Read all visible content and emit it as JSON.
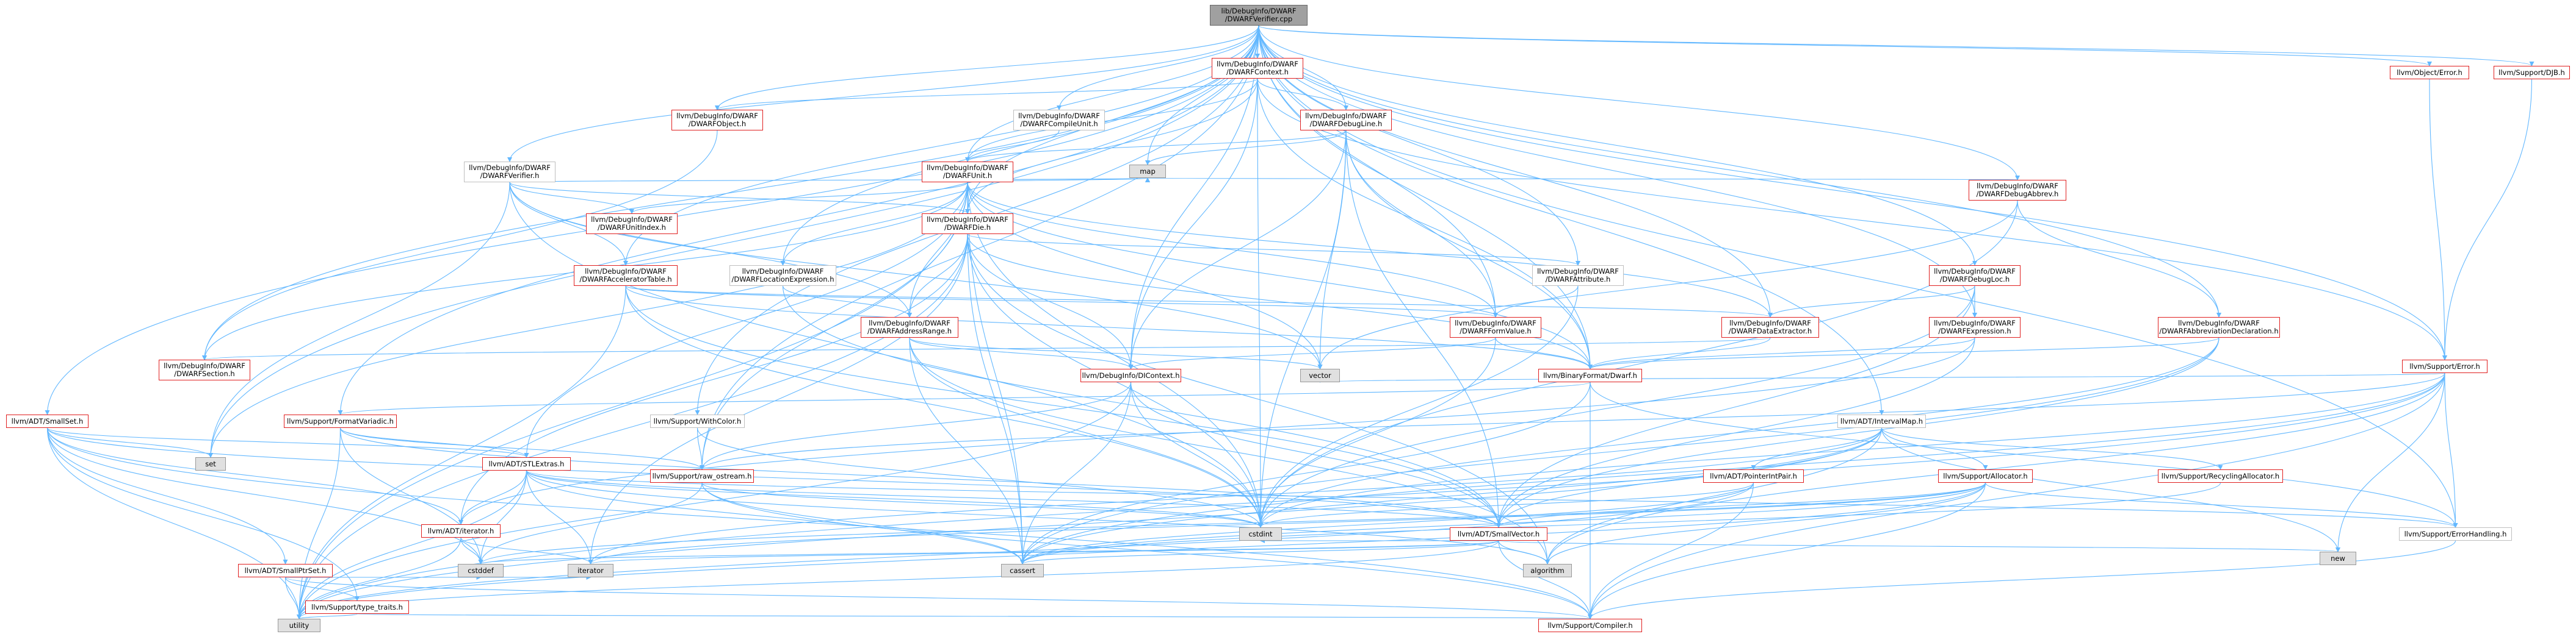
{
  "colors": {
    "edge": "#63b8ff",
    "border_linked": "#e02020",
    "border_plain": "#bfbfbf",
    "root_fill": "#a0a0a0",
    "std_fill": "#e0e0e0"
  },
  "diagram": {
    "nodes": [
      {
        "id": "root",
        "label": "lib/DebugInfo/DWARF\n/DWARFVerifier.cpp",
        "kind": "root"
      },
      {
        "id": "dwarf_context",
        "label": "llvm/DebugInfo/DWARF\n/DWARFContext.h",
        "kind": "linked"
      },
      {
        "id": "dwarf_object",
        "label": "llvm/DebugInfo/DWARF\n/DWARFObject.h",
        "kind": "linked"
      },
      {
        "id": "dwarf_compileunit",
        "label": "llvm/DebugInfo/DWARF\n/DWARFCompileUnit.h",
        "kind": "plain"
      },
      {
        "id": "dwarf_debugline",
        "label": "llvm/DebugInfo/DWARF\n/DWARFDebugLine.h",
        "kind": "linked"
      },
      {
        "id": "dwarf_unit",
        "label": "llvm/DebugInfo/DWARF\n/DWARFUnit.h",
        "kind": "linked"
      },
      {
        "id": "dwarf_verifier_h",
        "label": "llvm/DebugInfo/DWARF\n/DWARFVerifier.h",
        "kind": "plain"
      },
      {
        "id": "dwarf_unitindex",
        "label": "llvm/DebugInfo/DWARF\n/DWARFUnitIndex.h",
        "kind": "linked"
      },
      {
        "id": "dwarf_die",
        "label": "llvm/DebugInfo/DWARF\n/DWARFDie.h",
        "kind": "linked"
      },
      {
        "id": "dwarf_acceltable",
        "label": "llvm/DebugInfo/DWARF\n/DWARFAcceleratorTable.h",
        "kind": "linked"
      },
      {
        "id": "dwarf_locexpr",
        "label": "llvm/DebugInfo/DWARF\n/DWARFLocationExpression.h",
        "kind": "plain"
      },
      {
        "id": "dwarf_attribute",
        "label": "llvm/DebugInfo/DWARF\n/DWARFAttribute.h",
        "kind": "plain"
      },
      {
        "id": "dwarf_addrrange",
        "label": "llvm/DebugInfo/DWARF\n/DWARFAddressRange.h",
        "kind": "linked"
      },
      {
        "id": "dwarf_formvalue",
        "label": "llvm/DebugInfo/DWARF\n/DWARFFormValue.h",
        "kind": "linked"
      },
      {
        "id": "dwarf_dataextractor",
        "label": "llvm/DebugInfo/DWARF\n/DWARFDataExtractor.h",
        "kind": "linked"
      },
      {
        "id": "dwarf_debugloc",
        "label": "llvm/DebugInfo/DWARF\n/DWARFDebugLoc.h",
        "kind": "linked"
      },
      {
        "id": "dwarf_debugabbrev",
        "label": "llvm/DebugInfo/DWARF\n/DWARFDebugAbbrev.h",
        "kind": "linked"
      },
      {
        "id": "dwarf_expression",
        "label": "llvm/DebugInfo/DWARF\n/DWARFExpression.h",
        "kind": "linked"
      },
      {
        "id": "dwarf_abbrevdecl",
        "label": "llvm/DebugInfo/DWARF\n/DWARFAbbreviationDeclaration.h",
        "kind": "linked"
      },
      {
        "id": "dwarf_section",
        "label": "llvm/DebugInfo/DWARF\n/DWARFSection.h",
        "kind": "linked"
      },
      {
        "id": "dicontext",
        "label": "llvm/DebugInfo/DIContext.h",
        "kind": "linked"
      },
      {
        "id": "binaryformat_dwarf",
        "label": "llvm/BinaryFormat/Dwarf.h",
        "kind": "linked"
      },
      {
        "id": "object_error",
        "label": "llvm/Object/Error.h",
        "kind": "linked"
      },
      {
        "id": "support_djb",
        "label": "llvm/Support/DJB.h",
        "kind": "linked"
      },
      {
        "id": "support_error",
        "label": "llvm/Support/Error.h",
        "kind": "linked"
      },
      {
        "id": "adt_smallset",
        "label": "llvm/ADT/SmallSet.h",
        "kind": "linked"
      },
      {
        "id": "support_formatvariadic",
        "label": "llvm/Support/FormatVariadic.h",
        "kind": "linked"
      },
      {
        "id": "support_withcolor",
        "label": "llvm/Support/WithColor.h",
        "kind": "plain"
      },
      {
        "id": "support_raw_ostream",
        "label": "llvm/Support/raw_ostream.h",
        "kind": "linked"
      },
      {
        "id": "adt_stlextras",
        "label": "llvm/ADT/STLExtras.h",
        "kind": "linked"
      },
      {
        "id": "adt_smallptrset",
        "label": "llvm/ADT/SmallPtrSet.h",
        "kind": "linked"
      },
      {
        "id": "adt_iterator",
        "label": "llvm/ADT/iterator.h",
        "kind": "linked"
      },
      {
        "id": "support_type_traits",
        "label": "llvm/Support/type_traits.h",
        "kind": "linked"
      },
      {
        "id": "support_compiler",
        "label": "llvm/Support/Compiler.h",
        "kind": "linked"
      },
      {
        "id": "adt_intervalmap",
        "label": "llvm/ADT/IntervalMap.h",
        "kind": "plain"
      },
      {
        "id": "adt_pointerintpair",
        "label": "llvm/ADT/PointerIntPair.h",
        "kind": "linked"
      },
      {
        "id": "support_allocator",
        "label": "llvm/Support/Allocator.h",
        "kind": "linked"
      },
      {
        "id": "support_recyclingallocator",
        "label": "llvm/Support/RecyclingAllocator.h",
        "kind": "linked"
      },
      {
        "id": "adt_smallvector",
        "label": "llvm/ADT/SmallVector.h",
        "kind": "linked"
      },
      {
        "id": "support_errorhandling",
        "label": "llvm/Support/ErrorHandling.h",
        "kind": "plain"
      },
      {
        "id": "std_map",
        "label": "map",
        "kind": "std"
      },
      {
        "id": "std_vector",
        "label": "vector",
        "kind": "std"
      },
      {
        "id": "std_set",
        "label": "set",
        "kind": "std"
      },
      {
        "id": "std_cstdint",
        "label": "cstdint",
        "kind": "std"
      },
      {
        "id": "std_cstddef",
        "label": "cstddef",
        "kind": "std"
      },
      {
        "id": "std_iterator",
        "label": "iterator",
        "kind": "std"
      },
      {
        "id": "std_algorithm",
        "label": "algorithm",
        "kind": "std"
      },
      {
        "id": "std_cassert",
        "label": "cassert",
        "kind": "std"
      },
      {
        "id": "std_utility",
        "label": "utility",
        "kind": "std"
      },
      {
        "id": "std_new",
        "label": "new",
        "kind": "std"
      }
    ],
    "edges": [
      [
        "root",
        "dwarf_context"
      ],
      [
        "root",
        "dwarf_object"
      ],
      [
        "root",
        "dwarf_compileunit"
      ],
      [
        "root",
        "dwarf_debugline"
      ],
      [
        "root",
        "dwarf_unit"
      ],
      [
        "root",
        "dwarf_verifier_h"
      ],
      [
        "root",
        "dwarf_die"
      ],
      [
        "root",
        "dwarf_locexpr"
      ],
      [
        "root",
        "dwarf_attribute"
      ],
      [
        "root",
        "dwarf_formvalue"
      ],
      [
        "root",
        "dwarf_dataextractor"
      ],
      [
        "root",
        "dwarf_debugloc"
      ],
      [
        "root",
        "dwarf_debugabbrev"
      ],
      [
        "root",
        "dwarf_expression"
      ],
      [
        "root",
        "dwarf_abbrevdecl"
      ],
      [
        "root",
        "dwarf_section"
      ],
      [
        "root",
        "dwarf_acceltable"
      ],
      [
        "root",
        "std_map"
      ],
      [
        "root",
        "binaryformat_dwarf"
      ],
      [
        "root",
        "object_error"
      ],
      [
        "root",
        "support_djb"
      ],
      [
        "root",
        "support_error"
      ],
      [
        "root",
        "adt_smallset"
      ],
      [
        "root",
        "support_formatvariadic"
      ],
      [
        "root",
        "support_withcolor"
      ],
      [
        "root",
        "support_raw_ostream"
      ],
      [
        "root",
        "adt_intervalmap"
      ],
      [
        "root",
        "support_errorhandling"
      ],
      [
        "root",
        "std_set"
      ],
      [
        "root",
        "dicontext"
      ],
      [
        "dwarf_context",
        "dwarf_object"
      ],
      [
        "dwarf_context",
        "dwarf_debugline"
      ],
      [
        "dwarf_context",
        "dwarf_unit"
      ],
      [
        "dwarf_context",
        "dwarf_die"
      ],
      [
        "dwarf_context",
        "dicontext"
      ],
      [
        "dwarf_context",
        "support_error"
      ],
      [
        "dwarf_context",
        "binaryformat_dwarf"
      ],
      [
        "dwarf_context",
        "std_cstdint"
      ],
      [
        "dwarf_object",
        "dwarf_section"
      ],
      [
        "dwarf_compileunit",
        "dwarf_unit"
      ],
      [
        "dwarf_debugline",
        "dwarf_unit"
      ],
      [
        "dwarf_debugline",
        "dwarf_formvalue"
      ],
      [
        "dwarf_debugline",
        "dicontext"
      ],
      [
        "dwarf_debugline",
        "std_map"
      ],
      [
        "dwarf_debugline",
        "std_vector"
      ],
      [
        "dwarf_debugline",
        "std_cstdint"
      ],
      [
        "dwarf_debugline",
        "binaryformat_dwarf"
      ],
      [
        "dwarf_debugline",
        "adt_smallvector"
      ],
      [
        "dwarf_unit",
        "dwarf_unitindex"
      ],
      [
        "dwarf_unit",
        "dwarf_die"
      ],
      [
        "dwarf_unit",
        "dwarf_addrrange"
      ],
      [
        "dwarf_unit",
        "dwarf_formvalue"
      ],
      [
        "dwarf_unit",
        "dwarf_locexpr"
      ],
      [
        "dwarf_unit",
        "dwarf_dataextractor"
      ],
      [
        "dwarf_unit",
        "binaryformat_dwarf"
      ],
      [
        "dwarf_unit",
        "adt_stlextras"
      ],
      [
        "dwarf_unit",
        "std_map"
      ],
      [
        "dwarf_unit",
        "std_vector"
      ],
      [
        "dwarf_unit",
        "std_set"
      ],
      [
        "dwarf_unit",
        "std_cstdint"
      ],
      [
        "dwarf_unit",
        "std_cassert"
      ],
      [
        "dwarf_unit",
        "dwarf_section"
      ],
      [
        "dwarf_unit",
        "std_utility"
      ],
      [
        "dwarf_unit",
        "support_raw_ostream"
      ],
      [
        "dwarf_verifier_h",
        "dwarf_unitindex"
      ],
      [
        "dwarf_verifier_h",
        "dwarf_acceltable"
      ],
      [
        "dwarf_verifier_h",
        "dwarf_addrrange"
      ],
      [
        "dwarf_verifier_h",
        "dwarf_die"
      ],
      [
        "dwarf_verifier_h",
        "std_set"
      ],
      [
        "dwarf_verifier_h",
        "std_map"
      ],
      [
        "dwarf_verifier_h",
        "std_cstdint"
      ],
      [
        "dwarf_verifier_h",
        "std_vector"
      ],
      [
        "dwarf_die",
        "dwarf_addrrange"
      ],
      [
        "dwarf_die",
        "dwarf_attribute"
      ],
      [
        "dwarf_die",
        "dicontext"
      ],
      [
        "dwarf_die",
        "binaryformat_dwarf"
      ],
      [
        "dwarf_die",
        "adt_iterator"
      ],
      [
        "dwarf_die",
        "std_cassert"
      ],
      [
        "dwarf_die",
        "std_cstdint"
      ],
      [
        "dwarf_die",
        "std_utility"
      ],
      [
        "dwarf_die",
        "std_iterator"
      ],
      [
        "dwarf_die",
        "std_algorithm"
      ],
      [
        "dwarf_acceltable",
        "dwarf_dataextractor"
      ],
      [
        "dwarf_acceltable",
        "dwarf_formvalue"
      ],
      [
        "dwarf_acceltable",
        "binaryformat_dwarf"
      ],
      [
        "dwarf_acceltable",
        "adt_smallvector"
      ],
      [
        "dwarf_acceltable",
        "std_cstdint"
      ],
      [
        "dwarf_acceltable",
        "std_utility"
      ],
      [
        "dwarf_locexpr",
        "dwarf_addrrange"
      ],
      [
        "dwarf_locexpr",
        "adt_smallvector"
      ],
      [
        "dwarf_attribute",
        "dwarf_formvalue"
      ],
      [
        "dwarf_attribute",
        "std_cstdint"
      ],
      [
        "dwarf_addrrange",
        "dicontext"
      ],
      [
        "dwarf_addrrange",
        "std_cassert"
      ],
      [
        "dwarf_addrrange",
        "std_cstdint"
      ],
      [
        "dwarf_addrrange",
        "std_vector"
      ],
      [
        "dwarf_addrrange",
        "std_algorithm"
      ],
      [
        "dwarf_formvalue",
        "binaryformat_dwarf"
      ],
      [
        "dwarf_formvalue",
        "dicontext"
      ],
      [
        "dwarf_formvalue",
        "std_cstdint"
      ],
      [
        "dwarf_dataextractor",
        "dwarf_section"
      ],
      [
        "dwarf_dataextractor",
        "binaryformat_dwarf"
      ],
      [
        "dwarf_debugloc",
        "dwarf_dataextractor"
      ],
      [
        "dwarf_debugloc",
        "dwarf_expression"
      ],
      [
        "dwarf_debugloc",
        "std_cstdint"
      ],
      [
        "dwarf_debugloc",
        "adt_smallvector"
      ],
      [
        "dwarf_debugabbrev",
        "dwarf_abbrevdecl"
      ],
      [
        "dwarf_debugabbrev",
        "std_map"
      ],
      [
        "dwarf_debugabbrev",
        "std_cstdint"
      ],
      [
        "dwarf_debugabbrev",
        "std_vector"
      ],
      [
        "dwarf_expression",
        "binaryformat_dwarf"
      ],
      [
        "dwarf_expression",
        "adt_iterator"
      ],
      [
        "dwarf_expression",
        "adt_smallvector"
      ],
      [
        "dwarf_abbrevdecl",
        "binaryformat_dwarf"
      ],
      [
        "dwarf_abbrevdecl",
        "adt_smallvector"
      ],
      [
        "dwarf_abbrevdecl",
        "std_cstdint"
      ],
      [
        "dwarf_abbrevdecl",
        "std_cassert"
      ],
      [
        "dicontext",
        "support_raw_ostream"
      ],
      [
        "dicontext",
        "adt_smallvector"
      ],
      [
        "dicontext",
        "std_cassert"
      ],
      [
        "dicontext",
        "std_cstdint"
      ],
      [
        "dicontext",
        "std_utility"
      ],
      [
        "binaryformat_dwarf",
        "support_errorhandling"
      ],
      [
        "binaryformat_dwarf",
        "support_formatvariadic"
      ],
      [
        "binaryformat_dwarf",
        "std_cassert"
      ],
      [
        "binaryformat_dwarf",
        "support_compiler"
      ],
      [
        "object_error",
        "support_error"
      ],
      [
        "support_djb",
        "support_error"
      ],
      [
        "support_error",
        "support_errorhandling"
      ],
      [
        "support_error",
        "support_compiler"
      ],
      [
        "support_error",
        "support_raw_ostream"
      ],
      [
        "support_error",
        "std_cassert"
      ],
      [
        "support_error",
        "std_cstdint"
      ],
      [
        "support_error",
        "std_new"
      ],
      [
        "support_error",
        "std_utility"
      ],
      [
        "support_error",
        "std_vector"
      ],
      [
        "support_error",
        "std_algorithm"
      ],
      [
        "adt_smallset",
        "adt_smallptrset"
      ],
      [
        "adt_smallset",
        "adt_smallvector"
      ],
      [
        "adt_smallset",
        "adt_iterator"
      ],
      [
        "adt_smallset",
        "adt_stlextras"
      ],
      [
        "adt_smallset",
        "support_compiler"
      ],
      [
        "adt_smallset",
        "support_type_traits"
      ],
      [
        "adt_smallset",
        "std_cstddef"
      ],
      [
        "adt_smallset",
        "std_set"
      ],
      [
        "adt_smallset",
        "std_utility"
      ],
      [
        "support_formatvariadic",
        "adt_stlextras"
      ],
      [
        "support_formatvariadic",
        "adt_smallvector"
      ],
      [
        "support_formatvariadic",
        "support_raw_ostream"
      ],
      [
        "support_formatvariadic",
        "std_cstddef"
      ],
      [
        "support_formatvariadic",
        "std_utility"
      ],
      [
        "support_withcolor",
        "support_raw_ostream"
      ],
      [
        "support_withcolor",
        "std_cstdint"
      ],
      [
        "support_raw_ostream",
        "support_compiler"
      ],
      [
        "support_raw_ostream",
        "std_cassert"
      ],
      [
        "support_raw_ostream",
        "std_cstddef"
      ],
      [
        "support_raw_ostream",
        "std_cstdint"
      ],
      [
        "adt_stlextras",
        "adt_iterator"
      ],
      [
        "adt_stlextras",
        "adt_smallvector"
      ],
      [
        "adt_stlextras",
        "support_errorhandling"
      ],
      [
        "adt_stlextras",
        "std_algorithm"
      ],
      [
        "adt_stlextras",
        "std_cassert"
      ],
      [
        "adt_stlextras",
        "std_cstddef"
      ],
      [
        "adt_stlextras",
        "std_cstdint"
      ],
      [
        "adt_stlextras",
        "std_iterator"
      ],
      [
        "adt_stlextras",
        "std_utility"
      ],
      [
        "adt_smallptrset",
        "support_compiler"
      ],
      [
        "adt_smallptrset",
        "support_type_traits"
      ],
      [
        "adt_smallptrset",
        "std_cstddef"
      ],
      [
        "adt_smallptrset",
        "std_iterator"
      ],
      [
        "adt_smallptrset",
        "std_utility"
      ],
      [
        "adt_iterator",
        "std_cstddef"
      ],
      [
        "adt_iterator",
        "std_iterator"
      ],
      [
        "adt_iterator",
        "std_utility"
      ],
      [
        "support_type_traits",
        "std_utility"
      ],
      [
        "support_type_traits",
        "support_compiler"
      ],
      [
        "adt_intervalmap",
        "adt_pointerintpair"
      ],
      [
        "adt_intervalmap",
        "support_allocator"
      ],
      [
        "adt_intervalmap",
        "support_recyclingallocator"
      ],
      [
        "adt_intervalmap",
        "adt_smallvector"
      ],
      [
        "adt_intervalmap",
        "std_algorithm"
      ],
      [
        "adt_intervalmap",
        "std_cassert"
      ],
      [
        "adt_intervalmap",
        "std_iterator"
      ],
      [
        "adt_intervalmap",
        "std_new"
      ],
      [
        "adt_intervalmap",
        "std_utility"
      ],
      [
        "adt_pointerintpair",
        "support_compiler"
      ],
      [
        "adt_pointerintpair",
        "std_cassert"
      ],
      [
        "adt_pointerintpair",
        "std_cstdint"
      ],
      [
        "adt_pointerintpair",
        "std_utility"
      ],
      [
        "support_allocator",
        "support_compiler"
      ],
      [
        "support_allocator",
        "support_errorhandling"
      ],
      [
        "support_allocator",
        "adt_smallvector"
      ],
      [
        "support_allocator",
        "std_algorithm"
      ],
      [
        "support_allocator",
        "std_cassert"
      ],
      [
        "support_allocator",
        "std_cstddef"
      ],
      [
        "support_allocator",
        "std_iterator"
      ],
      [
        "support_allocator",
        "std_utility"
      ],
      [
        "support_recyclingallocator",
        "std_cassert"
      ],
      [
        "adt_smallvector",
        "support_compiler"
      ],
      [
        "adt_smallvector",
        "std_algorithm"
      ],
      [
        "adt_smallvector",
        "std_cassert"
      ],
      [
        "adt_smallvector",
        "std_cstddef"
      ],
      [
        "adt_smallvector",
        "std_cstdint"
      ],
      [
        "adt_smallvector",
        "std_iterator"
      ],
      [
        "adt_smallvector",
        "std_new"
      ],
      [
        "adt_smallvector",
        "std_utility"
      ],
      [
        "support_errorhandling",
        "support_compiler"
      ]
    ]
  }
}
